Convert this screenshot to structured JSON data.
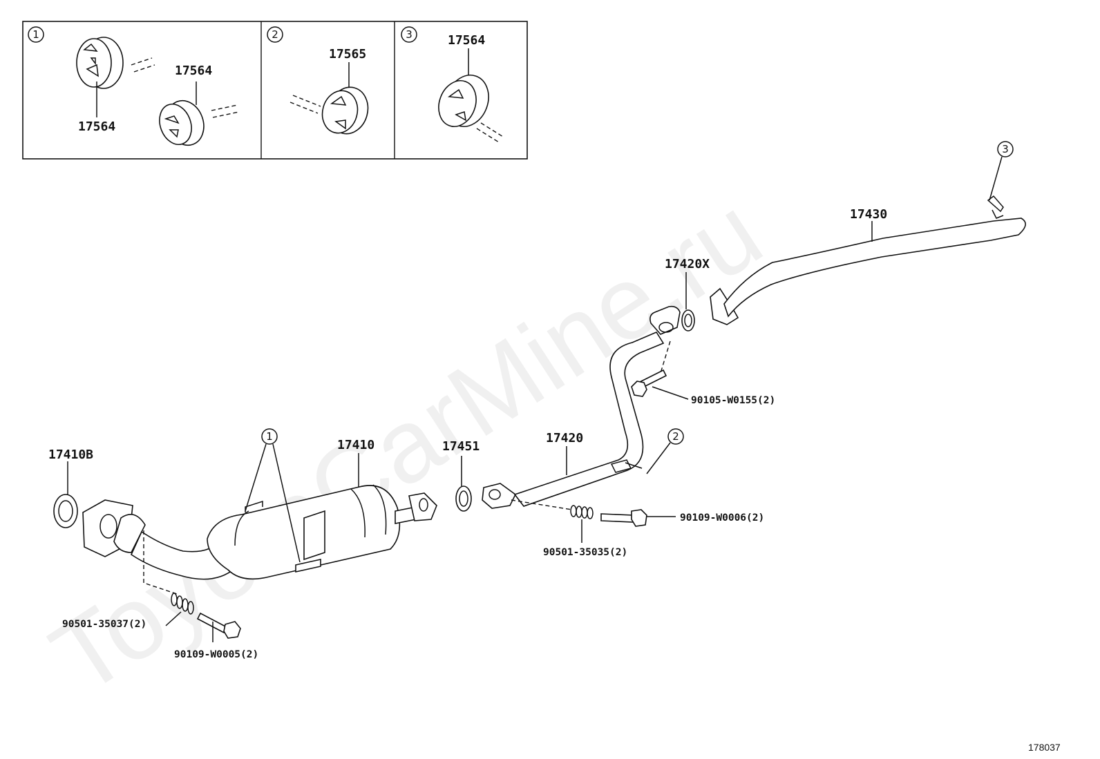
{
  "inset": {
    "panels": [
      {
        "marker": "1",
        "labels": [
          "17564",
          "17564"
        ]
      },
      {
        "marker": "2",
        "labels": [
          "17565"
        ]
      },
      {
        "marker": "3",
        "labels": [
          "17564"
        ]
      }
    ]
  },
  "callouts": {
    "p17410B": "17410B",
    "p17410": "17410",
    "p17451": "17451",
    "p17420": "17420",
    "p17420X": "17420X",
    "p17430": "17430",
    "p90105_W0155": "90105-W0155(2)",
    "p90109_W0006": "90109-W0006(2)",
    "p90501_35035": "90501-35035(2)",
    "p90501_35037": "90501-35037(2)",
    "p90109_W0005": "90109-W0005(2)"
  },
  "hanger_markers": {
    "m1": "1",
    "m2": "2",
    "m3": "3"
  },
  "watermark": "ToyotaCarMine.ru",
  "diagram_code": "178037"
}
